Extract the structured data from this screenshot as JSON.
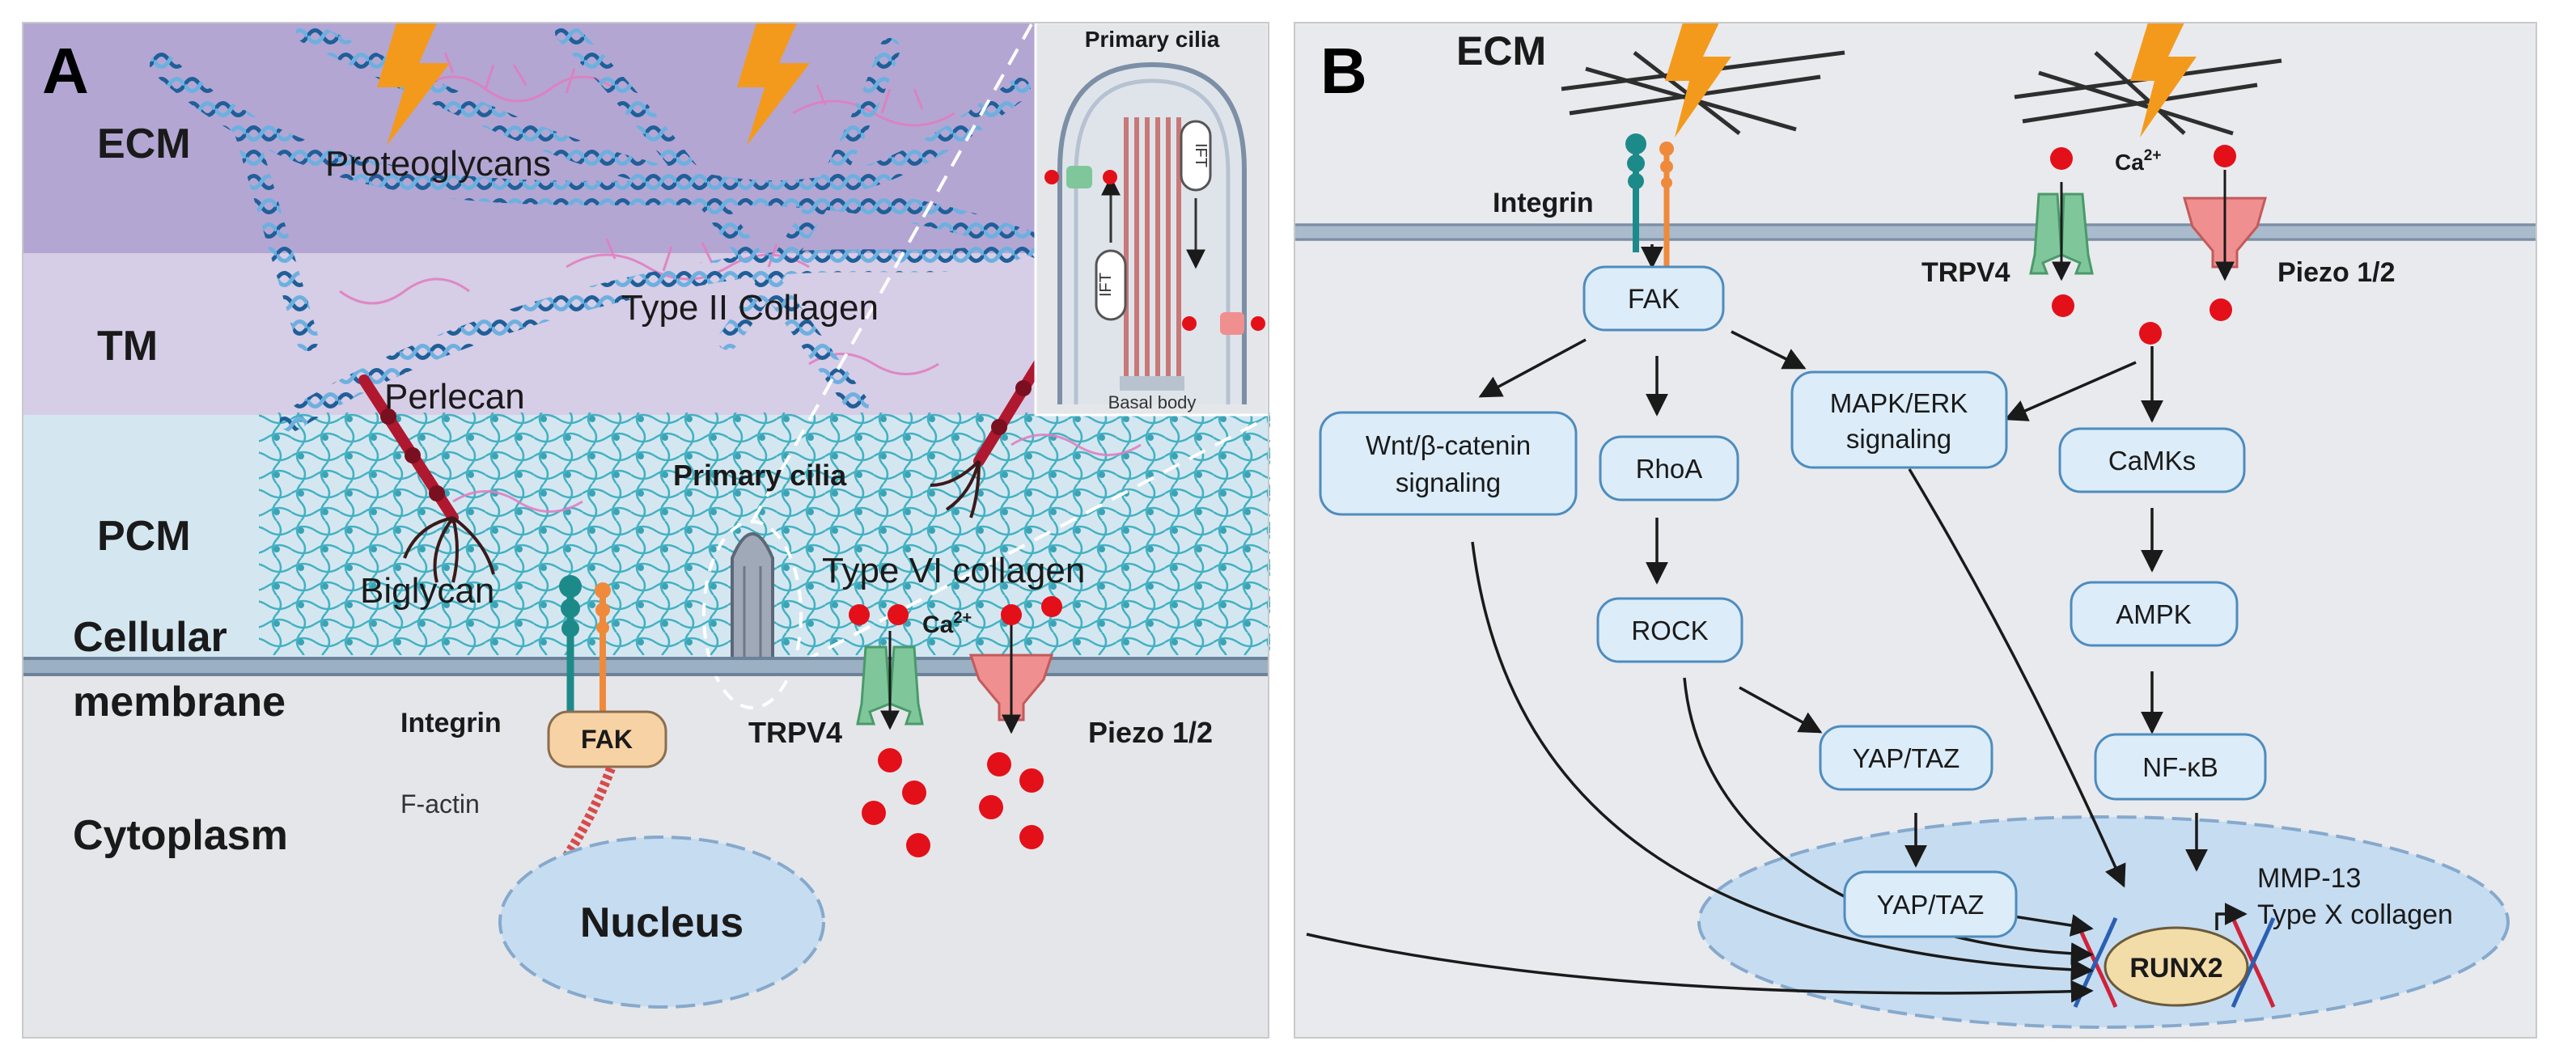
{
  "panel_a": {
    "label": "A",
    "layers": {
      "ecm": "ECM",
      "tm": "TM",
      "pcm": "PCM",
      "membrane_line1": "Cellular",
      "membrane_line2": "membrane",
      "cytoplasm": "Cytoplasm"
    },
    "labels": {
      "proteoglycans": "Proteoglycans",
      "type2_collagen": "Type II Collagen",
      "perlecan": "Perlecan",
      "biglycan": "Biglycan",
      "primary_cilia": "Primary cilia",
      "type6_collagen": "Type VI collagen",
      "integrin": "Integrin",
      "fak": "FAK",
      "f_actin": "F-actin",
      "trpv4": "TRPV4",
      "piezo": "Piezo 1/2",
      "ca": "Ca",
      "ca_sup": "2+",
      "nucleus": "Nucleus"
    },
    "inset": {
      "title": "Primary cilia",
      "ift": "IFT",
      "basal_body": "Basal body"
    }
  },
  "panel_b": {
    "label": "B",
    "ecm": "ECM",
    "integrin": "Integrin",
    "trpv4": "TRPV4",
    "piezo": "Piezo 1/2",
    "ca": "Ca",
    "ca_sup": "2+",
    "nodes": {
      "fak": "FAK",
      "wnt_line1": "Wnt/β-catenin",
      "wnt_line2": "signaling",
      "rhoa": "RhoA",
      "mapk_line1": "MAPK/ERK",
      "mapk_line2": "signaling",
      "camks": "CaMKs",
      "rock": "ROCK",
      "ampk": "AMPK",
      "yap_taz_1": "YAP/TAZ",
      "nfkb": "NF-κB",
      "yap_taz_2": "YAP/TAZ",
      "runx2": "RUNX2"
    },
    "targets_line1": "MMP-13",
    "targets_line2": "Type X collagen"
  },
  "colors": {
    "ecm_layer": "#b3a6d3",
    "tm_layer": "#d6cde6",
    "pcm_layer": "#d4e7f1",
    "cytoplasm": "#e4e6ea",
    "panel_b_bg": "#e9eaee",
    "collagen": "#3a7fb8",
    "node_fill": "#dcecf8",
    "node_stroke": "#4d8cbf",
    "lightning": "#f39a1d",
    "calcium": "#e3101a",
    "trpv4": "#7fc79a",
    "piezo": "#f08f8f",
    "fak_fill": "#f7d2a4",
    "runx2_fill": "#f2dca8"
  }
}
